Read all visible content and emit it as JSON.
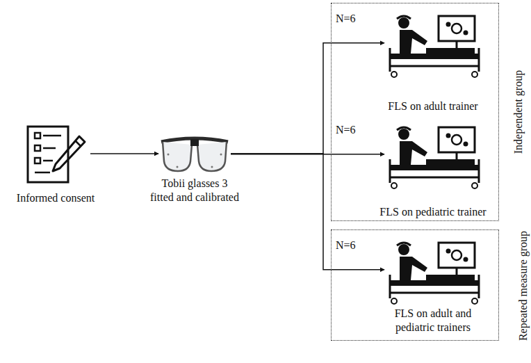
{
  "diagram": {
    "nodes": [
      {
        "text": [
          "Informed consent"
        ]
      },
      {
        "text": [
          "Tobii glasses 3 fitted and calibrated"
        ]
      },
      {
        "text": [
          "Independent group"
        ]
      },
      {
        "text": [
          "N=6",
          "FLS on adult trainer"
        ],
        "in": 2
      },
      {
        "text": [
          "N=6",
          "FLS on pediatric trainer"
        ],
        "in": 2
      },
      {
        "text": [
          "Repeated measure group"
        ]
      },
      {
        "text": [
          "N=6",
          "FLS on adult and pediatric trainers"
        ],
        "in": 5
      }
    ],
    "edges": [
      {
        "from": 0,
        "to": 1,
        "arrow": "to"
      },
      {
        "from": 1,
        "to": 3,
        "arrow": "to"
      },
      {
        "from": 1,
        "to": 4,
        "arrow": "to"
      },
      {
        "from": 1,
        "to": 6,
        "arrow": "to"
      }
    ]
  }
}
